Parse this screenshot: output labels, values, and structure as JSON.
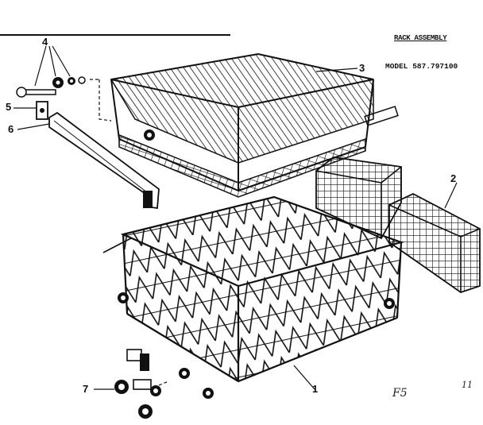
{
  "header": {
    "title": "RACK ASSEMBLY",
    "model": "MODEL 587.797100"
  },
  "callouts": [
    "1",
    "2",
    "3",
    "4",
    "5",
    "6",
    "7"
  ],
  "footer": {
    "figure_code": "F5",
    "page_mark": "11"
  },
  "colors": {
    "ink": "#111111",
    "background": "#ffffff"
  }
}
